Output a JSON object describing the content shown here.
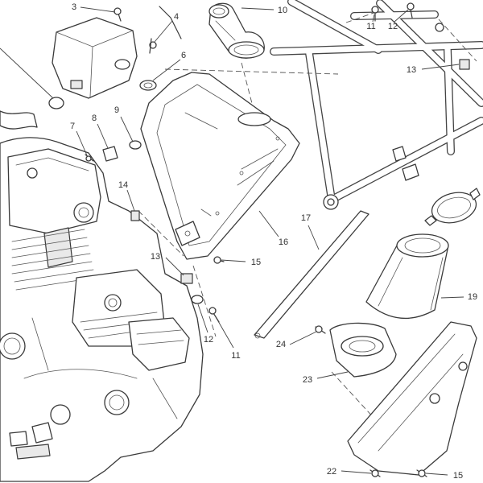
{
  "diagram": {
    "callouts": [
      "3",
      "4",
      "10",
      "11",
      "12",
      "6",
      "13",
      "9",
      "8",
      "7",
      "14",
      "17",
      "16",
      "15",
      "13",
      "19",
      "12",
      "11",
      "24",
      "23",
      "22",
      "15"
    ]
  },
  "colors": {
    "line": "#3a3a3a",
    "background": "#ffffff"
  }
}
